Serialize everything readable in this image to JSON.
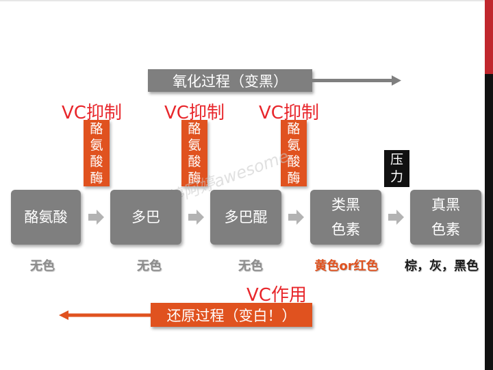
{
  "oxidation_label": "氧化过程（变黑）",
  "reduction_label": "还原过程（变白！）",
  "vc_inhibit": [
    "VC抑制",
    "VC抑制",
    "VC抑制"
  ],
  "vc_action": "VC作用",
  "enzyme_chars": [
    "酪",
    "氨",
    "酸",
    "酶"
  ],
  "pressure_chars": [
    "压",
    "力"
  ],
  "compounds": [
    {
      "lines": [
        "酪氨酸"
      ]
    },
    {
      "lines": [
        "多巴"
      ]
    },
    {
      "lines": [
        "多巴醌"
      ]
    },
    {
      "lines": [
        "类黑",
        "色素"
      ]
    },
    {
      "lines": [
        "真黑",
        "色素"
      ]
    }
  ],
  "colors_text": [
    "无色",
    "无色",
    "无色",
    "黄色or红色",
    "棕，灰，黑色"
  ],
  "watermark": "阿婷阿婷awesome",
  "palette": {
    "gray": "#7f7f7f",
    "orange": "#e0521f",
    "red": "#e8262b",
    "black": "#111111"
  }
}
